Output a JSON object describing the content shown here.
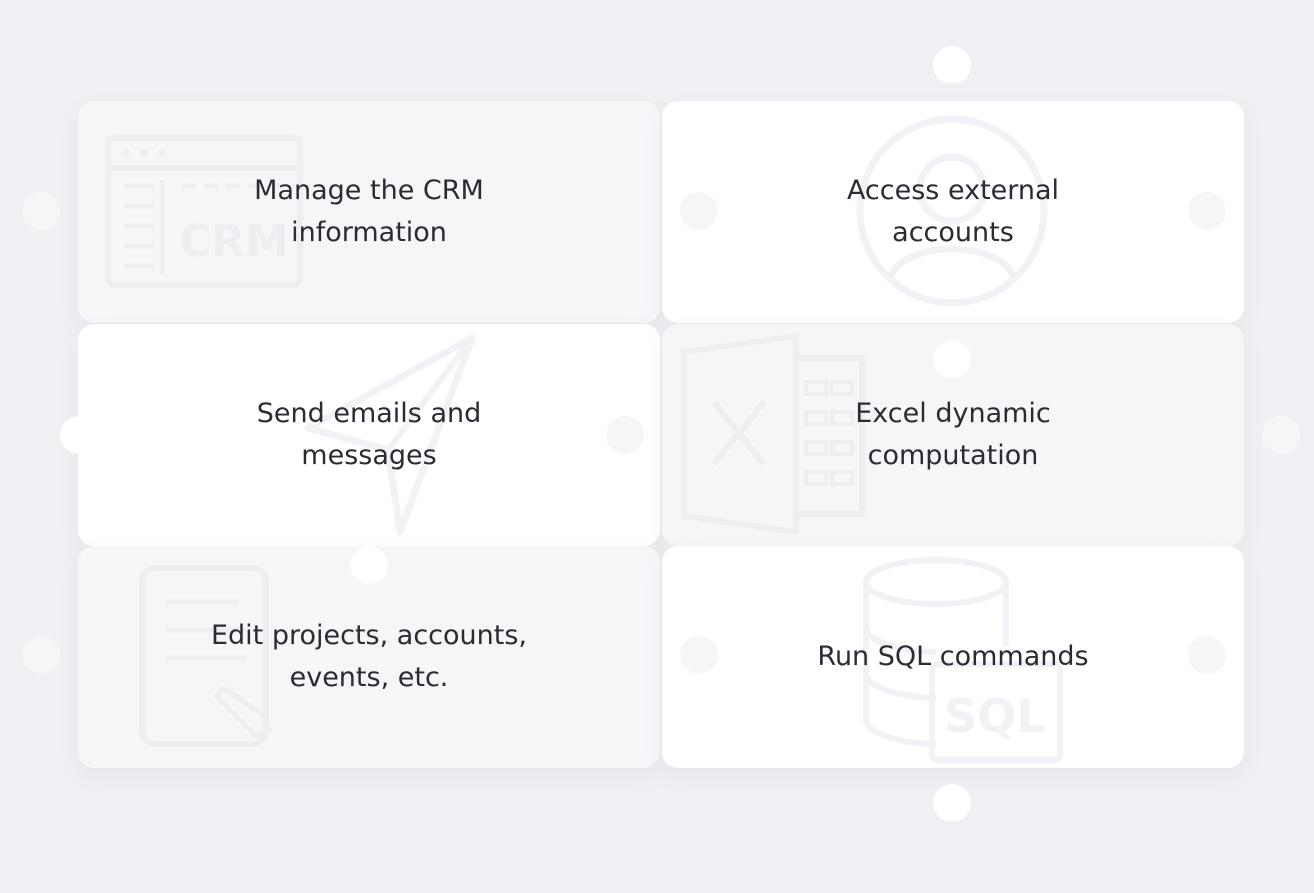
{
  "pieces": [
    {
      "id": "crm",
      "line1": "Manage the CRM",
      "line2": "information",
      "icon": "crm-window-icon",
      "icon_text": "CRM"
    },
    {
      "id": "accounts",
      "line1": "Access external",
      "line2": "accounts",
      "icon": "user-circle-icon"
    },
    {
      "id": "emails",
      "line1": "Send emails and",
      "line2": "messages",
      "icon": "paper-plane-icon"
    },
    {
      "id": "excel",
      "line1": "Excel dynamic",
      "line2": "computation",
      "icon": "excel-spreadsheet-icon"
    },
    {
      "id": "edit",
      "line1": "Edit projects, accounts,",
      "line2": "events, etc.",
      "icon": "document-pencil-icon"
    },
    {
      "id": "sql",
      "line1": "Run SQL commands",
      "line2": "",
      "icon": "sql-database-icon",
      "icon_text": "SQL"
    }
  ],
  "colors": {
    "background": "#eff0f3",
    "piece_white": "#ffffff",
    "piece_grey": "#f5f6f8",
    "text": "#2a2c33",
    "icon_stroke": "#eceef2"
  }
}
